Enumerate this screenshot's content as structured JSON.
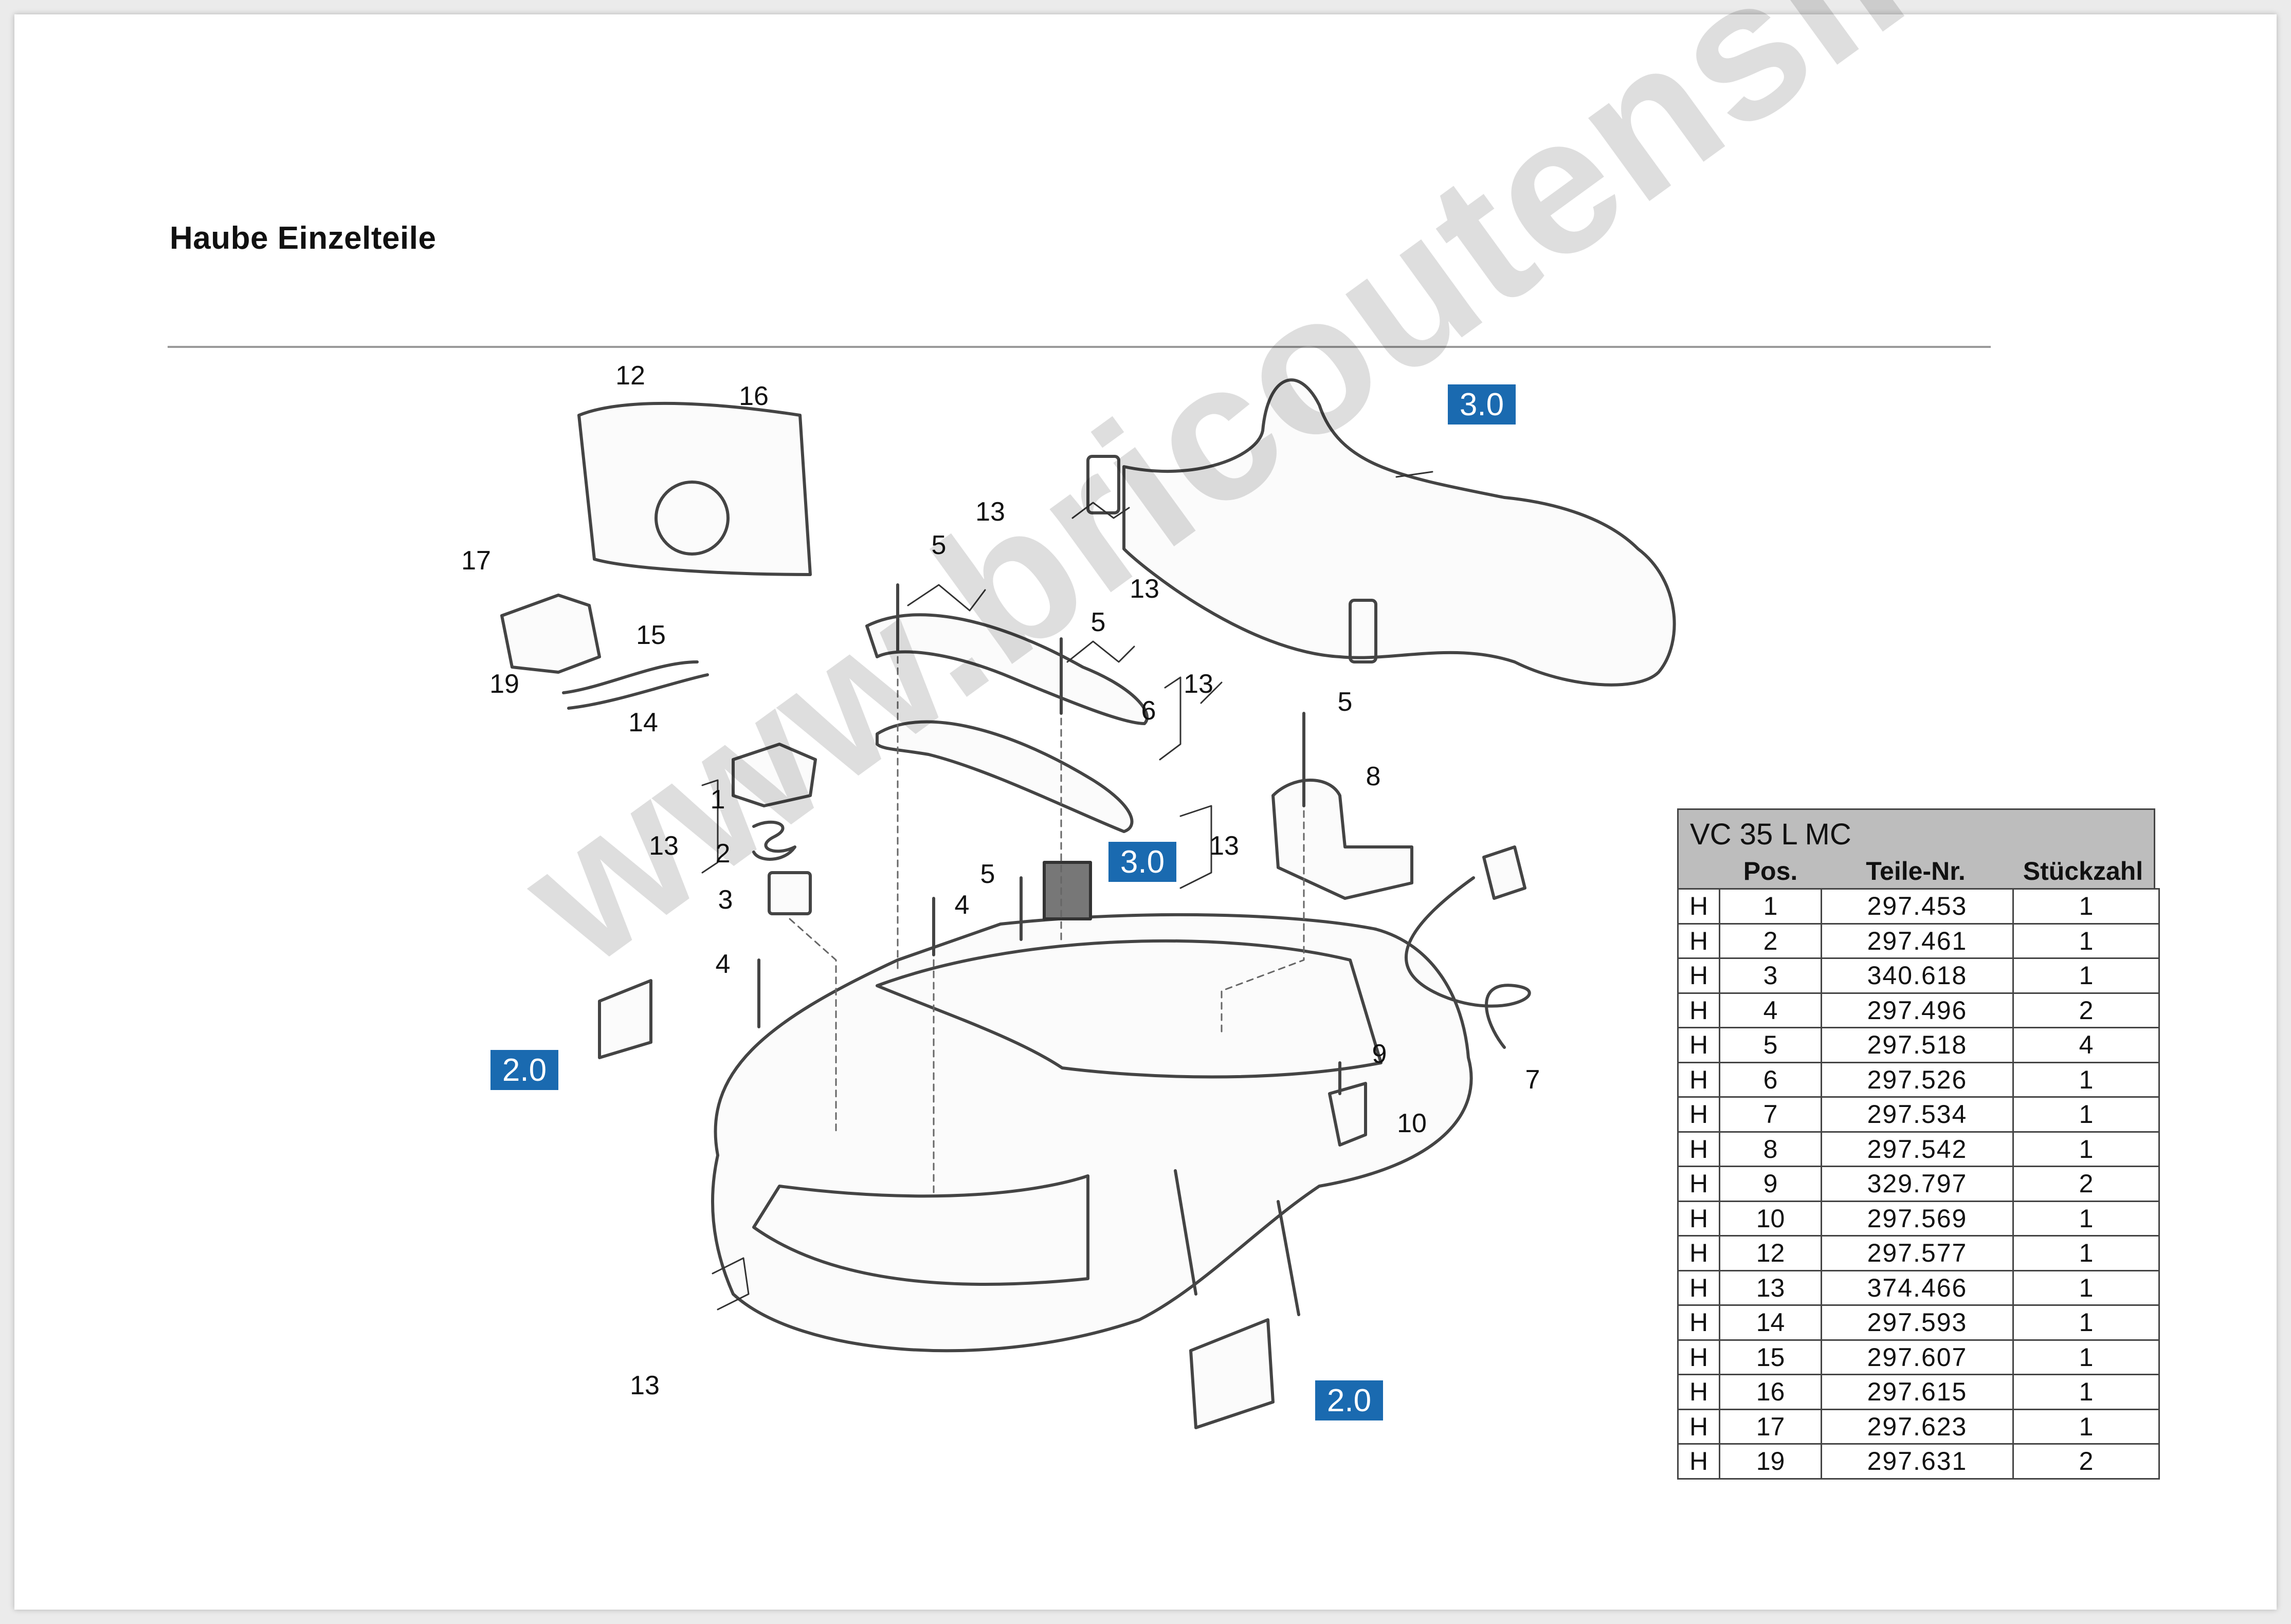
{
  "title": "Haube Einzelteile",
  "watermark": "www.bricoutensili.com",
  "callouts": [
    "3.0",
    "3.0",
    "2.0",
    "2.0"
  ],
  "part_labels": [
    "1",
    "2",
    "3",
    "4",
    "4",
    "5",
    "5",
    "5",
    "5",
    "6",
    "7",
    "8",
    "9",
    "10",
    "12",
    "13",
    "13",
    "13",
    "13",
    "13",
    "13",
    "14",
    "15",
    "16",
    "17",
    "19"
  ],
  "table": {
    "model": "VC 35 L MC",
    "headers": [
      "Pos.",
      "Teile-Nr.",
      "Stückzahl"
    ],
    "rows": [
      [
        "H",
        "1",
        "297.453",
        "1"
      ],
      [
        "H",
        "2",
        "297.461",
        "1"
      ],
      [
        "H",
        "3",
        "340.618",
        "1"
      ],
      [
        "H",
        "4",
        "297.496",
        "2"
      ],
      [
        "H",
        "5",
        "297.518",
        "4"
      ],
      [
        "H",
        "6",
        "297.526",
        "1"
      ],
      [
        "H",
        "7",
        "297.534",
        "1"
      ],
      [
        "H",
        "8",
        "297.542",
        "1"
      ],
      [
        "H",
        "9",
        "329.797",
        "2"
      ],
      [
        "H",
        "10",
        "297.569",
        "1"
      ],
      [
        "H",
        "12",
        "297.577",
        "1"
      ],
      [
        "H",
        "13",
        "374.466",
        "1"
      ],
      [
        "H",
        "14",
        "297.593",
        "1"
      ],
      [
        "H",
        "15",
        "297.607",
        "1"
      ],
      [
        "H",
        "16",
        "297.615",
        "1"
      ],
      [
        "H",
        "17",
        "297.623",
        "1"
      ],
      [
        "H",
        "19",
        "297.631",
        "2"
      ]
    ]
  },
  "colors": {
    "callout_bg": "#1a6ab0",
    "callout_text": "#ffffff",
    "line": "#333333"
  }
}
